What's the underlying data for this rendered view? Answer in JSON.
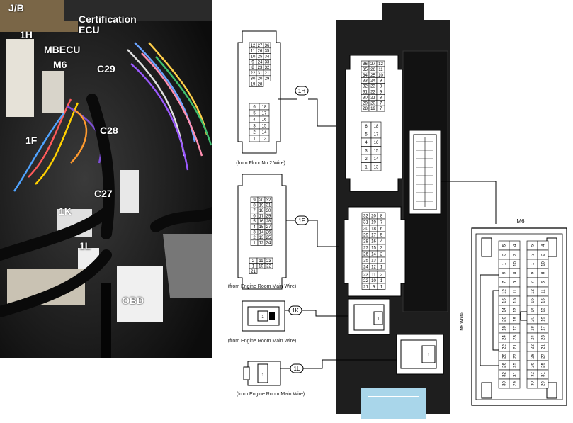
{
  "photo_labels": {
    "jb": "J/B",
    "h1": "1H",
    "cert": "Certification\nECU",
    "mbecu": "MBECU",
    "m6": "M6",
    "c29": "C29",
    "c28": "C28",
    "f1": "1F",
    "c27": "C27",
    "k1": "1K",
    "l1": "1L",
    "obd": "OBD"
  },
  "diagram": {
    "tag_1h": "1H",
    "tag_1f": "1F",
    "tag_1k": "1K",
    "tag_1l": "1L",
    "caption_1h": "(from Floor No.2 Wire)",
    "caption_1f": "(from Engine Room Main Wire)",
    "caption_1k": "(from Engine Room Main Wire)",
    "caption_1l": "(from Engine Room Main Wire)",
    "m6_title": "M6",
    "m6_side": "M6 White"
  },
  "pins": {
    "h_top": [
      "12",
      "27",
      "36",
      "11",
      "26",
      "35",
      "10",
      "25",
      "34",
      "9",
      "24",
      "33",
      "8",
      "23",
      "32",
      "22",
      "31",
      "21",
      "30",
      "20",
      "29",
      "19",
      "28"
    ],
    "h_low": [
      "6",
      "18",
      "5",
      "17",
      "4",
      "16",
      "3",
      "15",
      "2",
      "14",
      "1",
      "13"
    ],
    "f_top": [
      "9",
      "20",
      "32",
      "8",
      "19",
      "31",
      "7",
      "18",
      "30",
      "6",
      "17",
      "29",
      "5",
      "16",
      "28",
      "4",
      "15",
      "27",
      "3",
      "14",
      "26",
      "2",
      "13",
      "25",
      "1",
      "12",
      "24"
    ],
    "f_low": [
      "2",
      "11",
      "23",
      "1",
      "10",
      "22",
      "21"
    ],
    "bh_top": [
      "36",
      "27",
      "12",
      "35",
      "26",
      "11",
      "34",
      "25",
      "10",
      "33",
      "24",
      "9",
      "32",
      "23",
      "8",
      "31",
      "22",
      "9",
      "30",
      "21",
      "8",
      "29",
      "20",
      "7",
      "28",
      "19",
      "7"
    ],
    "bh_low": [
      "6",
      "18",
      "5",
      "17",
      "4",
      "16",
      "3",
      "15",
      "2",
      "14",
      "1",
      "13"
    ],
    "bf_top": [
      "32",
      "20",
      "8",
      "31",
      "19",
      "7",
      "30",
      "18",
      "6",
      "29",
      "17",
      "5",
      "28",
      "16",
      "4",
      "27",
      "15",
      "3",
      "26",
      "14",
      "2",
      "25",
      "13",
      "1",
      "24",
      "12",
      "1"
    ],
    "bf_low": [
      "23",
      "11",
      "2",
      "22",
      "10",
      "1",
      "21",
      "9",
      "1"
    ],
    "k_pin": "1",
    "l_pin": "1",
    "m6_left": [
      "5",
      "4",
      "3",
      "2",
      "1",
      "10",
      "9",
      "8",
      "7",
      "6",
      "12",
      "11",
      "16",
      "15",
      "14",
      "13",
      "20",
      "19",
      "18",
      "17",
      "24",
      "23",
      "22",
      "21",
      "28",
      "27",
      "26",
      "25",
      "32",
      "31",
      "30",
      "29"
    ],
    "m6_right": [
      "5",
      "4",
      "3",
      "2",
      "1",
      "10",
      "9",
      "8",
      "7",
      "6",
      "12",
      "11",
      "16",
      "15",
      "14",
      "13",
      "20",
      "19",
      "18",
      "17",
      "24",
      "23",
      "22",
      "21",
      "28",
      "27",
      "26",
      "25",
      "32",
      "31",
      "30",
      "29"
    ]
  }
}
